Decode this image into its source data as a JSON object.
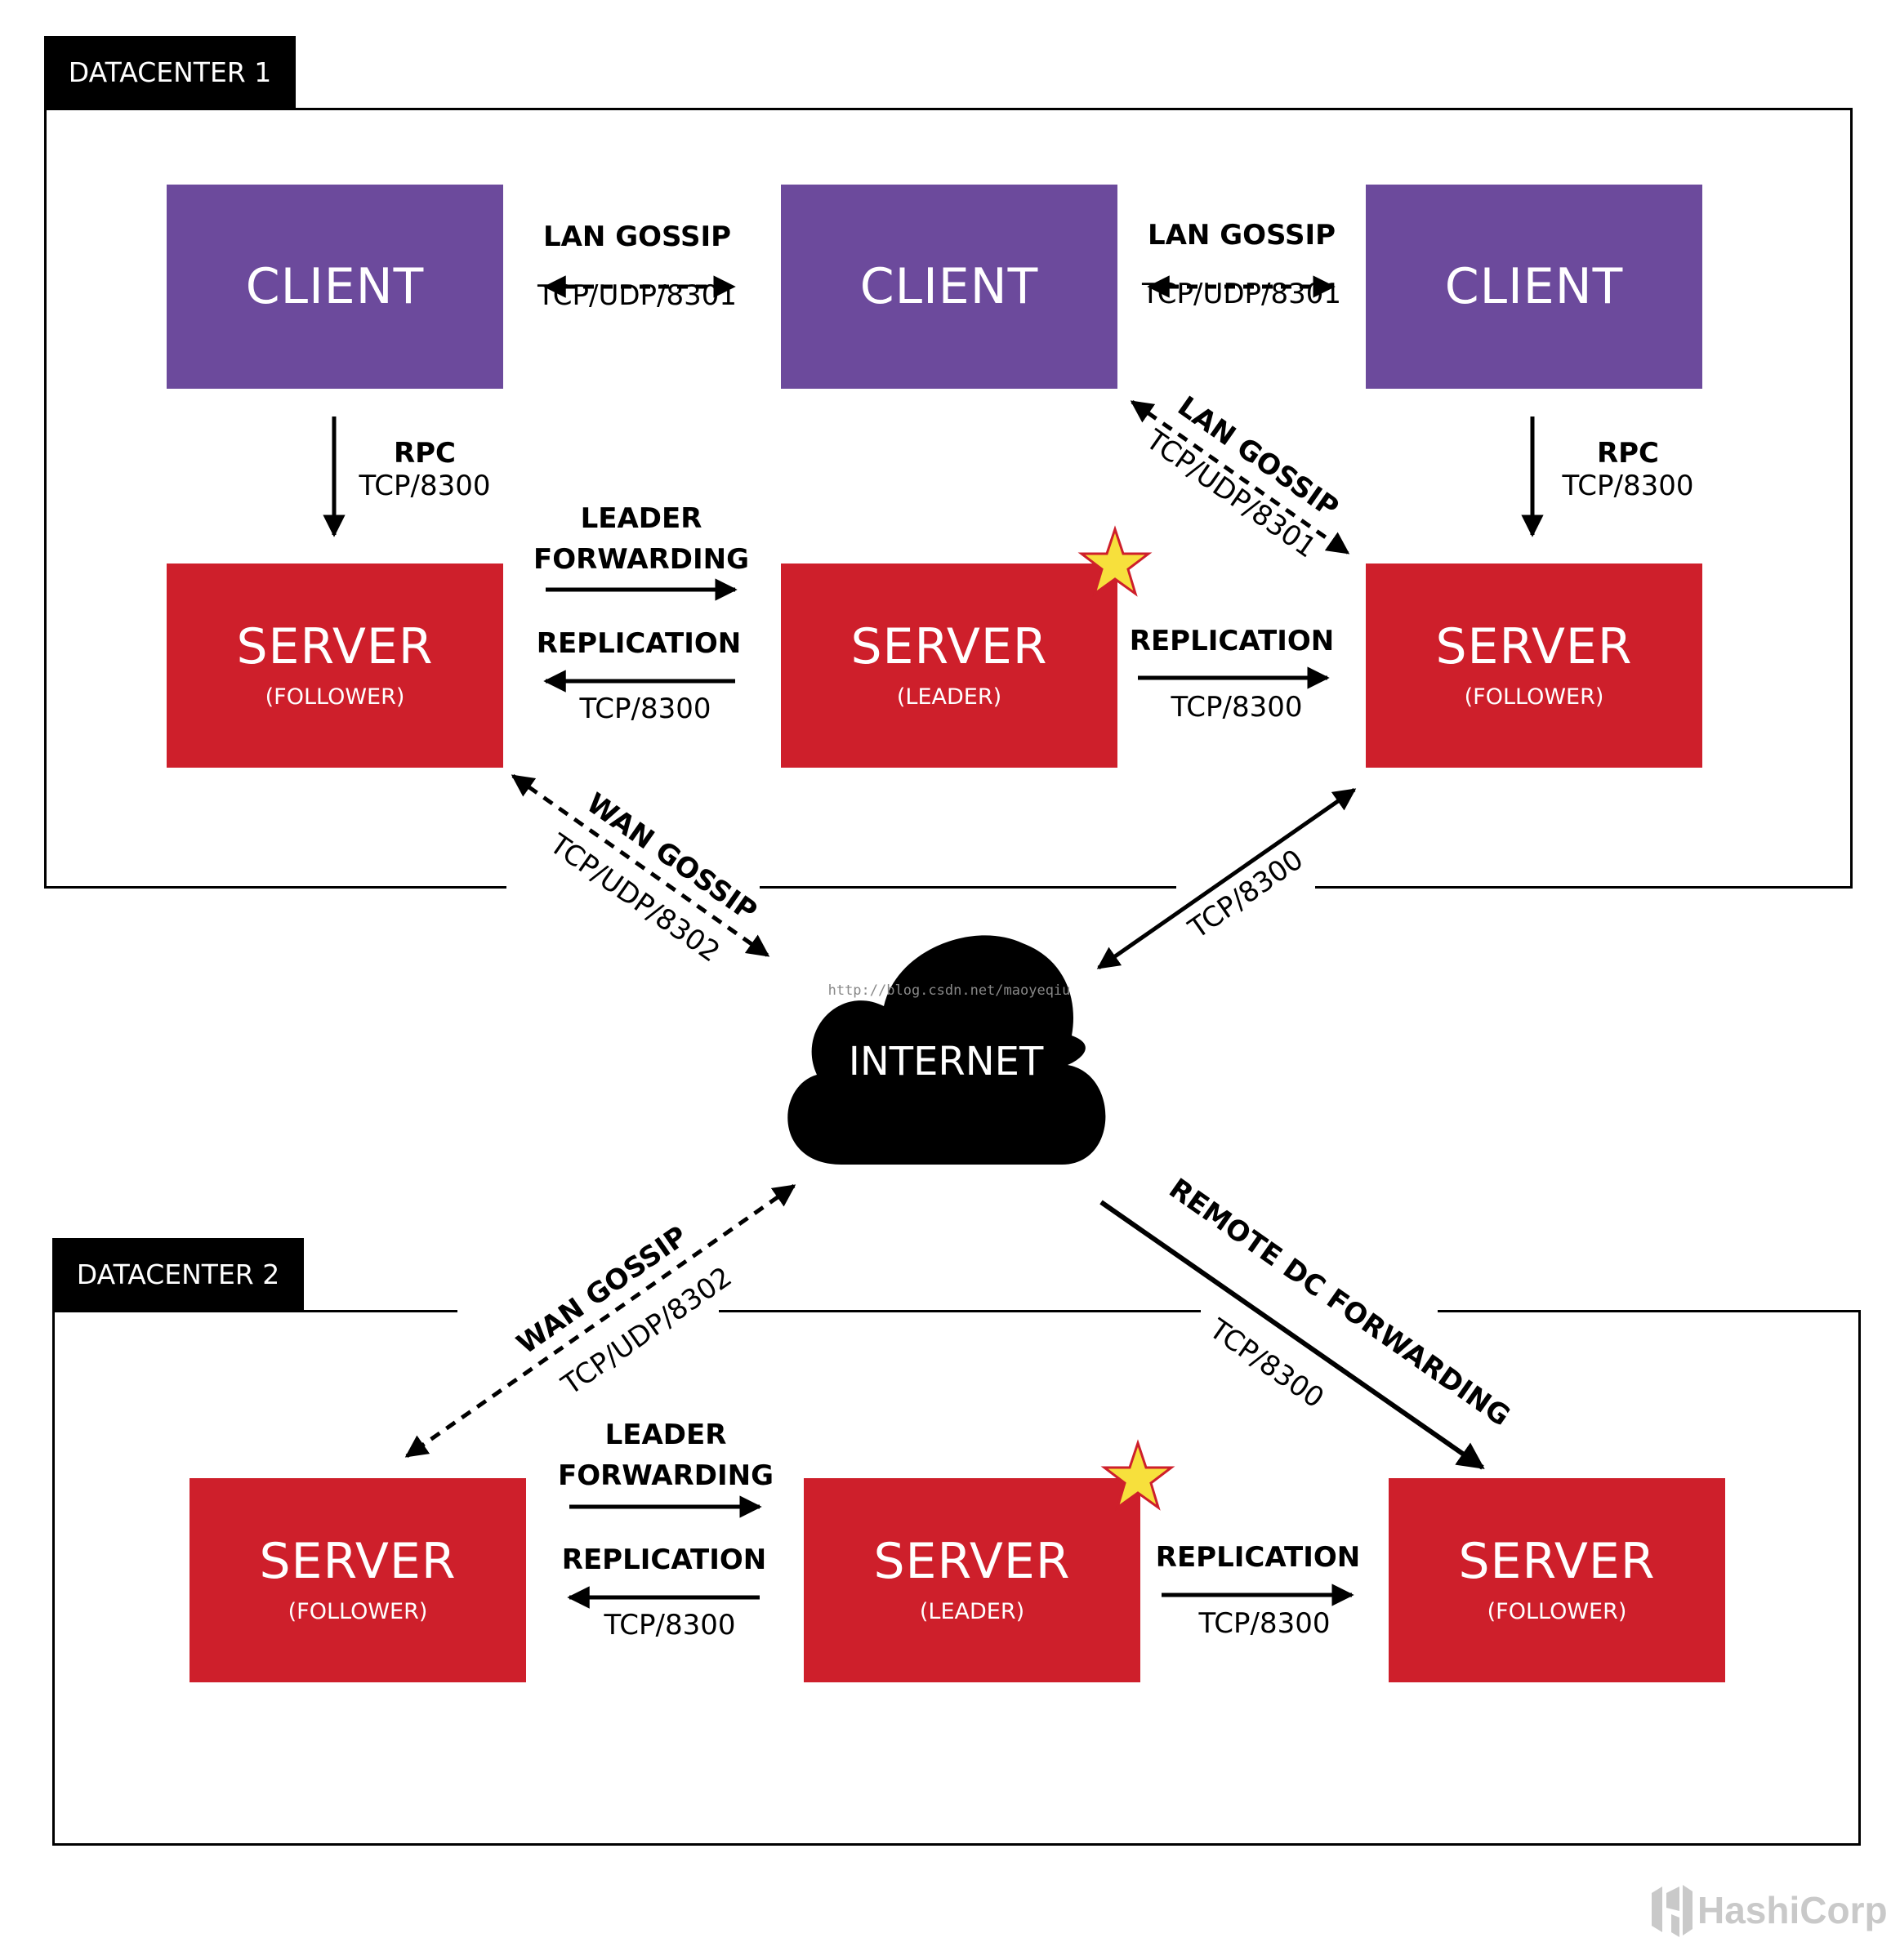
{
  "datacenter1": {
    "tab": "DATACENTER 1",
    "clients": [
      {
        "label": "CLIENT"
      },
      {
        "label": "CLIENT"
      },
      {
        "label": "CLIENT"
      }
    ],
    "servers": [
      {
        "label": "SERVER",
        "role": "(FOLLOWER)"
      },
      {
        "label": "SERVER",
        "role": "(LEADER)"
      },
      {
        "label": "SERVER",
        "role": "(FOLLOWER)"
      }
    ],
    "links": {
      "lan_gossip_1": {
        "title": "LAN GOSSIP",
        "port": "TCP/UDP/8301"
      },
      "lan_gossip_2": {
        "title": "LAN GOSSIP",
        "port": "TCP/UDP/8301"
      },
      "rpc_1": {
        "title": "RPC",
        "port": "TCP/8300"
      },
      "rpc_2": {
        "title": "RPC",
        "port": "TCP/8300"
      },
      "lan_gossip_diag": {
        "title": "LAN GOSSIP",
        "port": "TCP/UDP/8301"
      },
      "leader_forwarding": {
        "line1": "LEADER",
        "line2": "FORWARDING"
      },
      "replication_left": {
        "title": "REPLICATION",
        "port": "TCP/8300"
      },
      "replication_right": {
        "title": "REPLICATION",
        "port": "TCP/8300"
      },
      "wan_gossip": {
        "title": "WAN GOSSIP",
        "port": "TCP/UDP/8302"
      },
      "internet_tcp": {
        "port": "TCP/8300"
      }
    }
  },
  "internet": {
    "label": "INTERNET",
    "watermark": "http://blog.csdn.net/maoyeqiu"
  },
  "datacenter2": {
    "tab": "DATACENTER 2",
    "servers": [
      {
        "label": "SERVER",
        "role": "(FOLLOWER)"
      },
      {
        "label": "SERVER",
        "role": "(LEADER)"
      },
      {
        "label": "SERVER",
        "role": "(FOLLOWER)"
      }
    ],
    "links": {
      "wan_gossip": {
        "title": "WAN GOSSIP",
        "port": "TCP/UDP/8302"
      },
      "remote_dc_forwarding": {
        "title": "REMOTE DC FORWARDING",
        "port": "TCP/8300"
      },
      "leader_forwarding": {
        "line1": "LEADER",
        "line2": "FORWARDING"
      },
      "replication_left": {
        "title": "REPLICATION",
        "port": "TCP/8300"
      },
      "replication_right": {
        "title": "REPLICATION",
        "port": "TCP/8300"
      }
    }
  },
  "brand": {
    "name": "HashiCorp"
  },
  "colors": {
    "client": "#6c4a9c",
    "server": "#ce1f2b",
    "leader_star": "#f7e03c",
    "frame": "#000000"
  }
}
